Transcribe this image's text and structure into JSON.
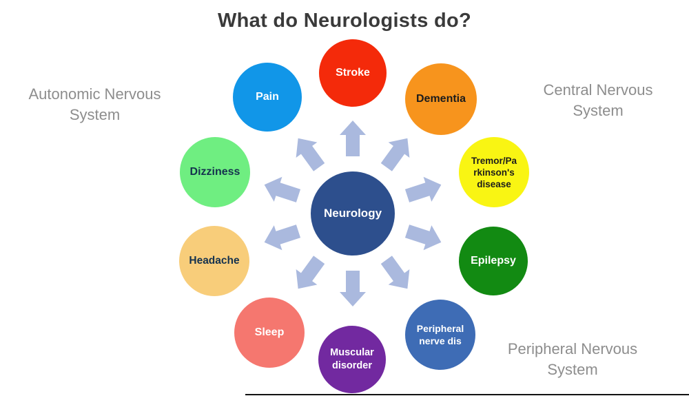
{
  "title": "What do Neurologists do?",
  "colors": {
    "title": "#3a3a3a",
    "group_label": "#8d8d8d",
    "arrow": "#aab9de",
    "bottom_line": "#111111"
  },
  "center": {
    "label": "Neurology",
    "color": "#2d4f8d",
    "text_color": "#ffffff"
  },
  "nodes": [
    {
      "id": "stroke",
      "label": "Stroke",
      "color": "#f42a0a",
      "text_color": "#ffffff"
    },
    {
      "id": "dementia",
      "label": "Dementia",
      "color": "#f7941d",
      "text_color": "#1c1c1c"
    },
    {
      "id": "tremor-parkinsons",
      "lines": [
        "Tremor/Pa",
        "rkinson's",
        "disease"
      ],
      "color": "#f9f513",
      "text_color": "#1c1c1c"
    },
    {
      "id": "epilepsy",
      "label": "Epilepsy",
      "color": "#128a12",
      "text_color": "#ffffff"
    },
    {
      "id": "peripheral-nerve",
      "lines": [
        "Peripheral",
        "nerve dis"
      ],
      "color": "#3e6cb5",
      "text_color": "#ffffff"
    },
    {
      "id": "muscular-disorder",
      "lines": [
        "Muscular",
        "disorder"
      ],
      "color": "#7229a0",
      "text_color": "#ffffff"
    },
    {
      "id": "sleep",
      "label": "Sleep",
      "color": "#f5776f",
      "text_color": "#ffffff"
    },
    {
      "id": "headache",
      "label": "Headache",
      "color": "#f8cd7a",
      "text_color": "#15324e"
    },
    {
      "id": "dizziness",
      "label": "Dizziness",
      "color": "#6fee81",
      "text_color": "#15324e"
    },
    {
      "id": "pain",
      "label": "Pain",
      "color": "#1196e8",
      "text_color": "#ffffff"
    }
  ],
  "group_labels": [
    {
      "id": "autonomic",
      "lines": [
        "Autonomic Nervous",
        "System"
      ]
    },
    {
      "id": "central",
      "lines": [
        "Central Nervous",
        "System"
      ]
    },
    {
      "id": "peripheral",
      "lines": [
        "Peripheral Nervous",
        "System"
      ]
    }
  ]
}
